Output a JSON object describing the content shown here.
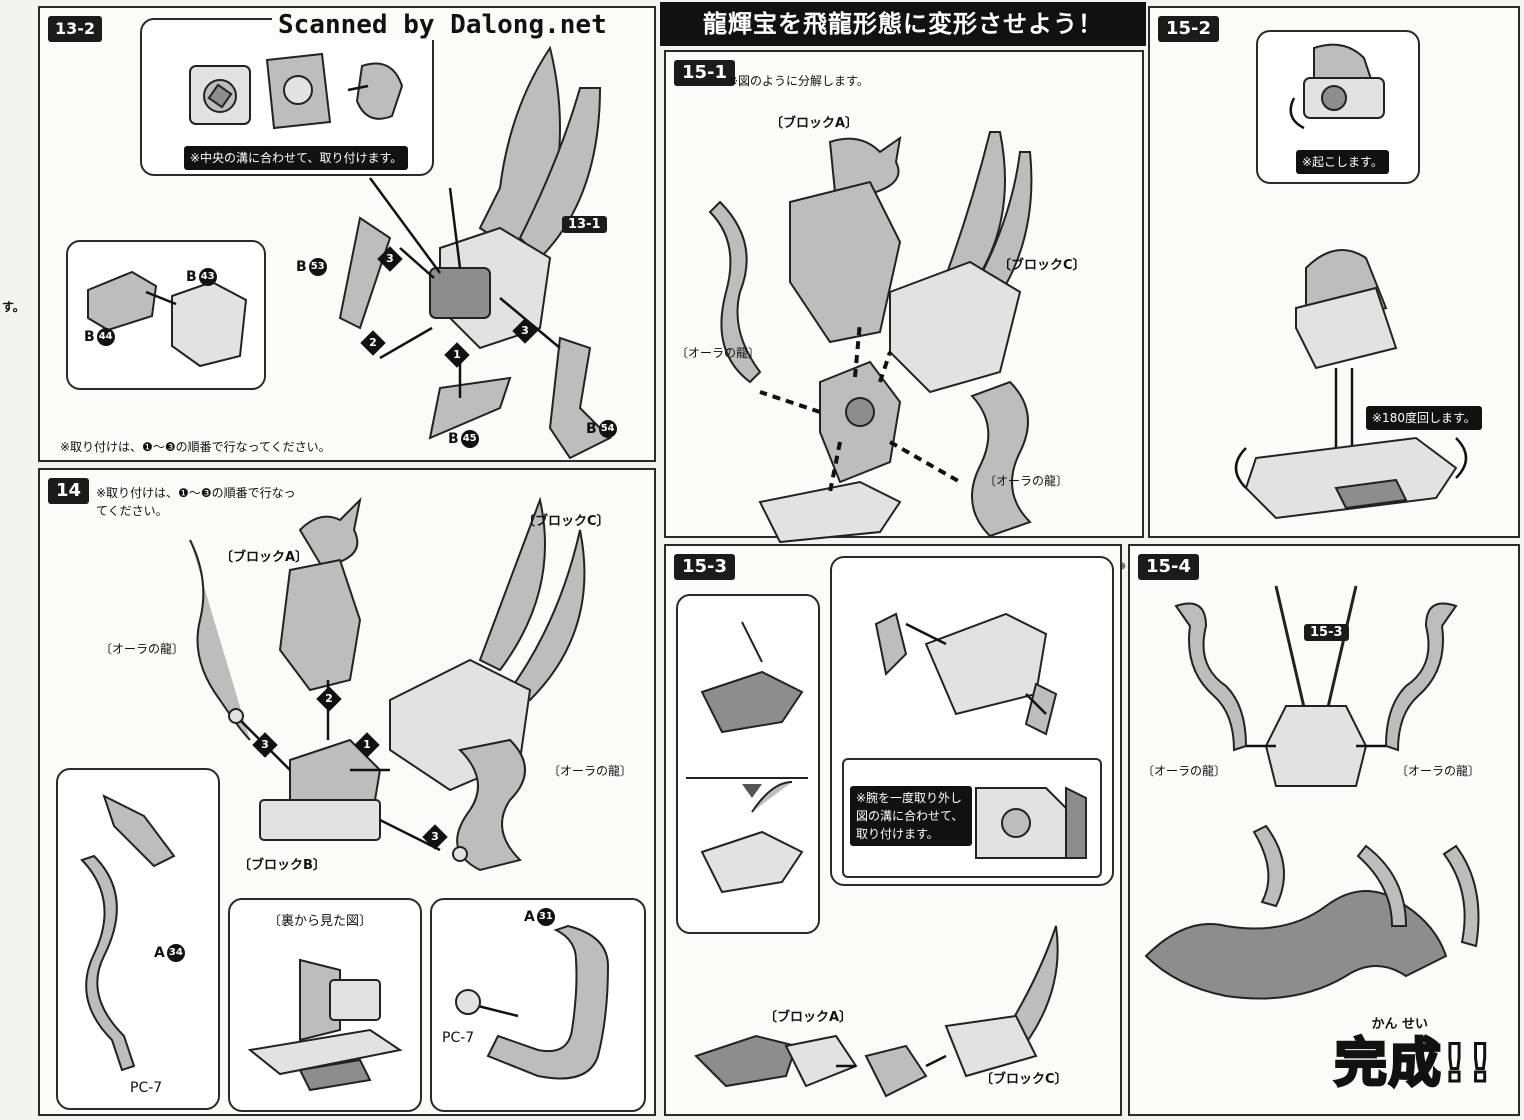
{
  "scan_credit": "Scanned by Dalong.net",
  "header_title": "龍輝宝を飛龍形態に変形させよう！",
  "steps": {
    "s13_2": {
      "number": "13-2",
      "callout_note": "※中央の溝に合わせて、取り付けます。",
      "ref_badge": "13-1",
      "parts": {
        "b43": "B",
        "b43_num": "43",
        "b44": "B",
        "b44_num": "44",
        "b53": "B",
        "b53_num": "53",
        "b45": "B",
        "b45_num": "45",
        "b54": "B",
        "b54_num": "54"
      },
      "order_note": "※取り付けは、❶～❸の順番で行なってください。",
      "order": [
        "1",
        "2",
        "3",
        "3"
      ]
    },
    "s14": {
      "number": "14",
      "order_note": "※取り付けは、❶～❸の順番で行なってください。",
      "labels": {
        "block_a": "〔ブロックA〕",
        "block_b": "〔ブロックB〕",
        "block_c": "〔ブロックC〕",
        "aura_left": "〔オーラの龍〕",
        "aura_right": "〔オーラの龍〕",
        "back_view": "〔裏から見た図〕"
      },
      "parts": {
        "a34": "A",
        "a34_num": "34",
        "a31": "A",
        "a31_num": "31",
        "pc7_left": "PC-7",
        "pc7_right": "PC-7"
      },
      "order": [
        "1",
        "2",
        "3",
        "3"
      ]
    },
    "s15_1": {
      "number": "15-1",
      "note": "※図のように分解します。",
      "labels": {
        "block_a": "〔ブロックA〕",
        "block_c": "〔ブロックC〕",
        "aura_left": "〔オーラの龍〕",
        "aura_right": "〔オーラの龍〕"
      }
    },
    "s15_2": {
      "number": "15-2",
      "note_raise": "※起こします。",
      "note_rotate": "※180度回します。"
    },
    "s15_3": {
      "number": "15-3",
      "note": "※腕を一度取り外し図の溝に合わせて、取り付けます。",
      "labels": {
        "block_a": "〔ブロックA〕",
        "block_c": "〔ブロックC〕"
      }
    },
    "s15_4": {
      "number": "15-4",
      "ref_badge": "15-3",
      "labels": {
        "aura_left": "〔オーラの龍〕",
        "aura_right": "〔オーラの龍〕"
      },
      "complete_text": "完成!!",
      "complete_ruby": "かん せい"
    }
  },
  "side_fragment": "す。"
}
